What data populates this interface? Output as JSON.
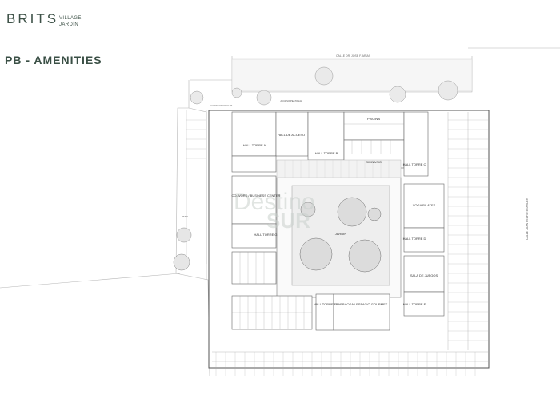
{
  "brand": {
    "name": "BRITS",
    "sub_line1": "VILLAGE",
    "sub_line2": "JARDÍN"
  },
  "title": "PB - AMENITIES",
  "streets": {
    "north": "CALLE DR. JOSE F. ARIAS",
    "east": "CALLE JUAN PEDRO BEARDER"
  },
  "labels": {
    "acceso_vehicular": "ACCESO VEHICULAR",
    "acceso_peatonal": "ACCESO PEATONAL",
    "hall_de_acceso": "HALL DE ACCESO",
    "hall_torre_a": "HALL TORRE A",
    "hall_torre_b": "HALL TORRE B",
    "hall_torre_c": "HALL TORRE C",
    "hall_torre_d": "HALL TORRE D",
    "hall_torre_e": "HALL TORRE E",
    "hall_torre_f": "HALL TORRE F",
    "hall_torre_g": "HALL TORRE G",
    "piscina": "PISCINA",
    "gimnasio": "GIMNASIO",
    "cowork": "CO-WORK / BUSINESS CENTER",
    "yoga": "YOGA PILATES",
    "jardin": "JARDIN",
    "sala_juegos": "SALA DE JUEGOS",
    "barbacoa": "BARBACOA / ESPACIO GOURMET",
    "patio": "PATIO"
  },
  "watermark": {
    "part1": "Destino",
    "part2": "SUR"
  }
}
